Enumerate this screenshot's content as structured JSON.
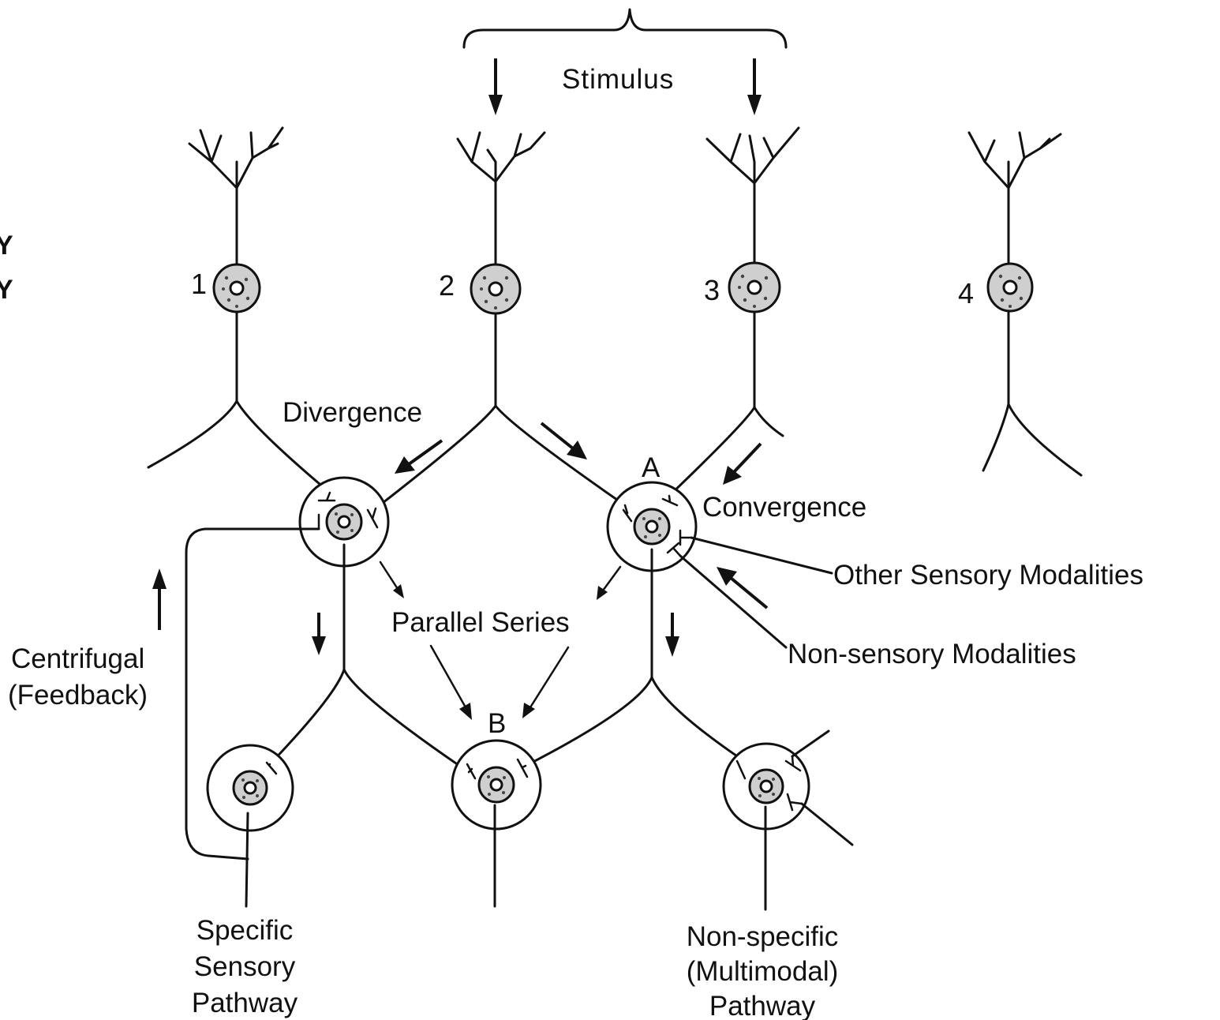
{
  "labels": {
    "stimulus": "Stimulus",
    "divergence": "Divergence",
    "convergence": "Convergence",
    "parallel_series": "Parallel Series",
    "other_sensory": "Other Sensory Modalities",
    "non_sensory": "Non-sensory Modalities",
    "centrifugal_line1": "Centrifugal",
    "centrifugal_line2": "(Feedback)",
    "specific_line1": "Specific",
    "specific_line2": "Sensory",
    "specific_line3": "Pathway",
    "nonspecific_line1": "Non-specific",
    "nonspecific_line2": "(Multimodal)",
    "nonspecific_line3": "Pathway",
    "node_a": "A",
    "node_b": "B",
    "edge_line1": "Y",
    "edge_line2": "Y"
  },
  "neurons": [
    {
      "number": "1"
    },
    {
      "number": "2"
    },
    {
      "number": "3"
    },
    {
      "number": "4"
    }
  ],
  "colors": {
    "ink": "#111111",
    "soma_fill": "#cfcfcf",
    "background": "#ffffff"
  }
}
